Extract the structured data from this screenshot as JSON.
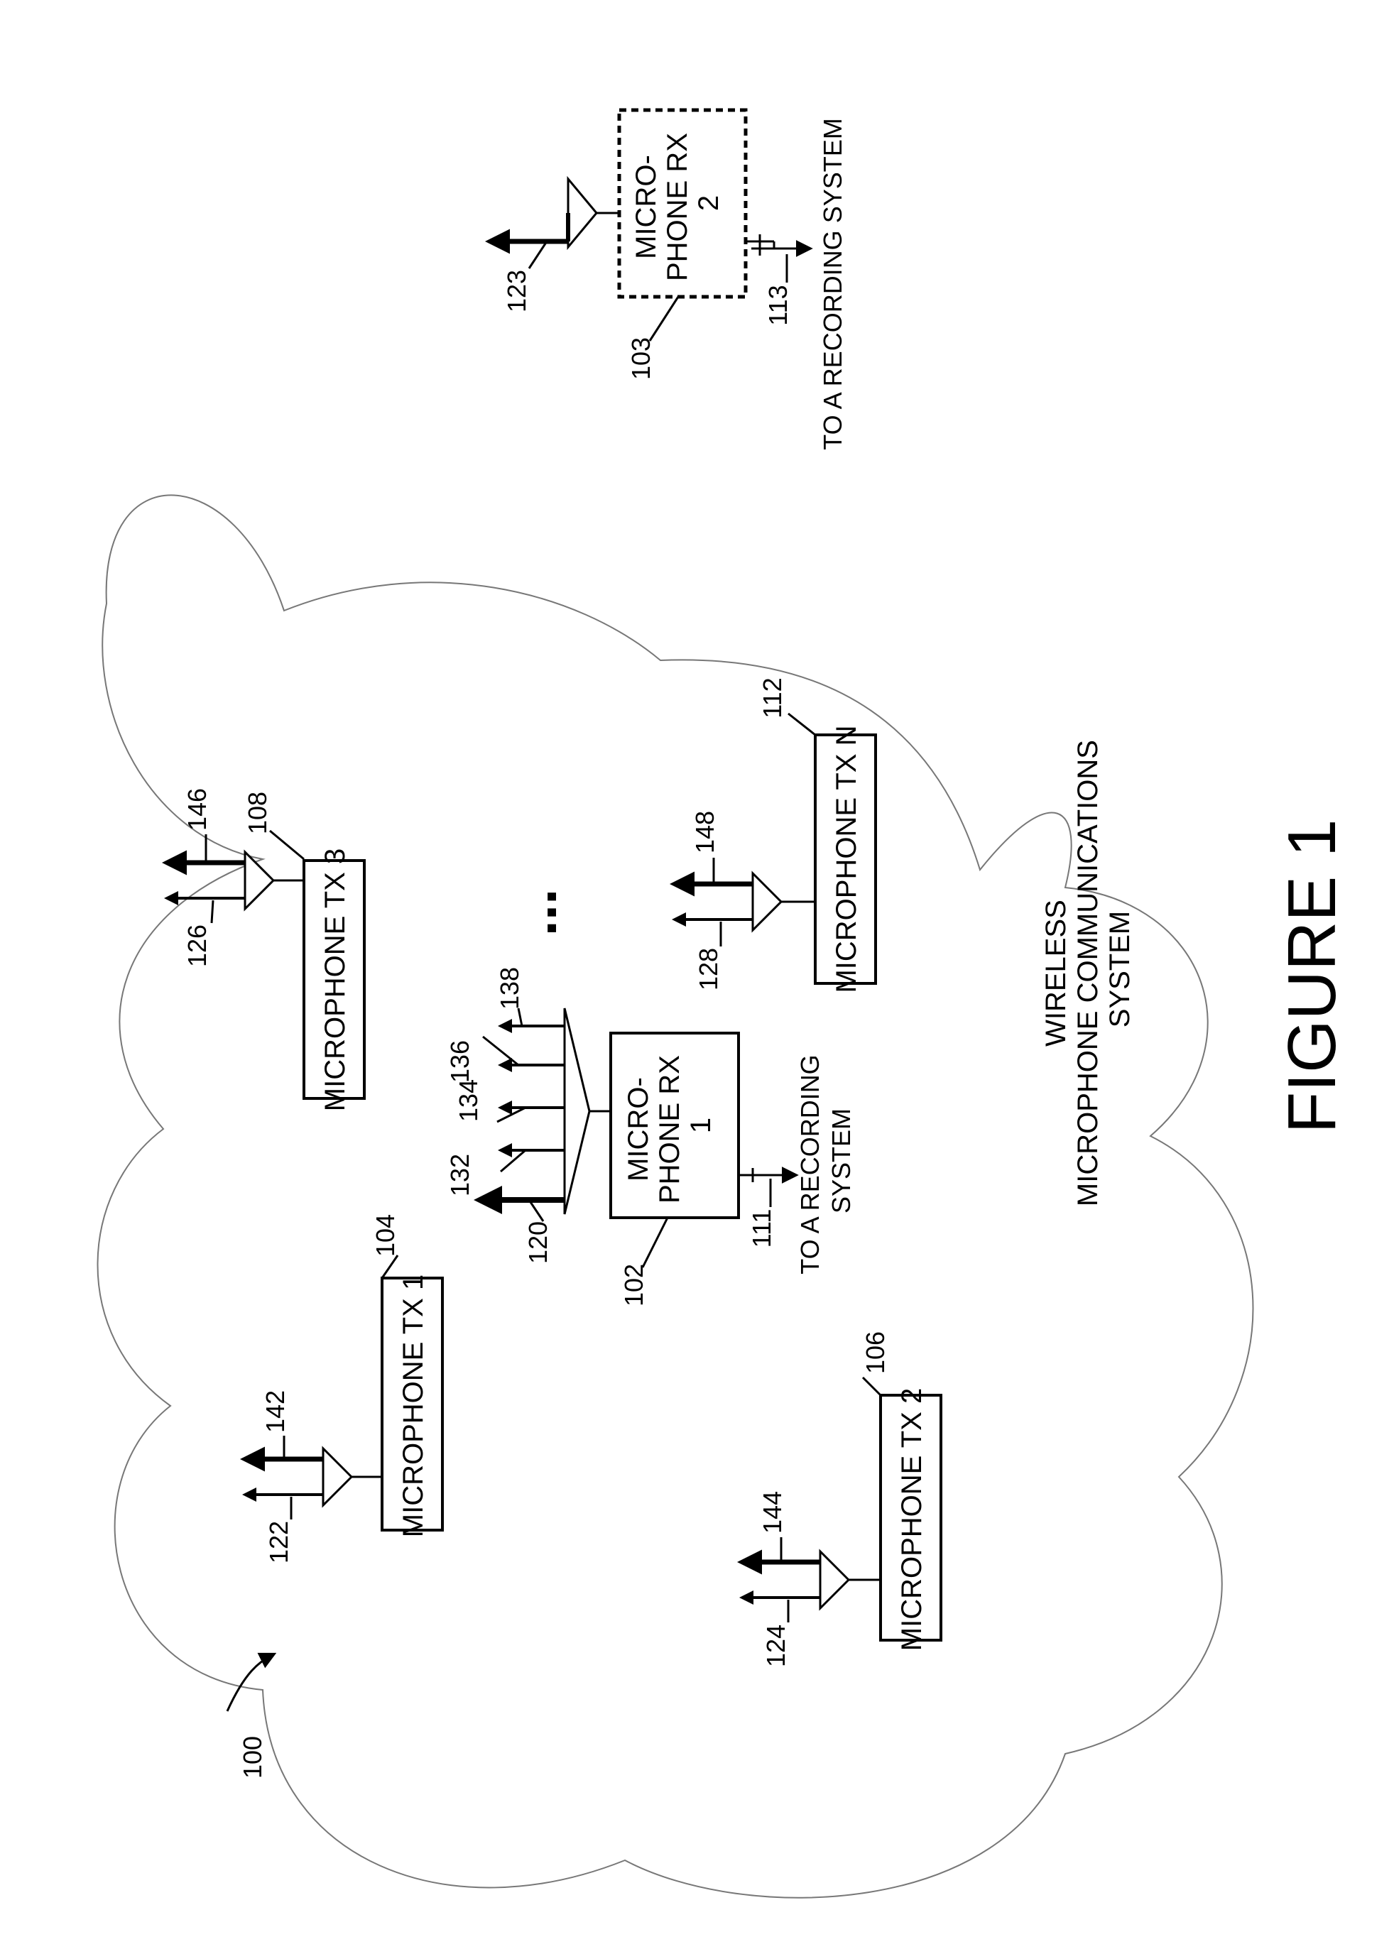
{
  "figure_number": "100",
  "caption": "FIGURE 1",
  "system_label": [
    "WIRELESS",
    "MICROPHONE COMMUNICATIONS",
    "SYSTEM"
  ],
  "receivers": [
    {
      "ref": "102",
      "label": [
        "MICRO-",
        "PHONE RX",
        "1"
      ],
      "output_ref": "111",
      "output_label": [
        "TO A RECORDING",
        "SYSTEM"
      ],
      "antenna_ref": "120",
      "channel_refs": [
        "132",
        "134",
        "136",
        "138"
      ]
    },
    {
      "ref": "103",
      "label": [
        "MICRO-",
        "PHONE RX",
        "2"
      ],
      "output_ref": "113",
      "output_label": "TO A RECORDING SYSTEM",
      "antenna_ref": "123"
    }
  ],
  "transmitters": [
    {
      "ref": "104",
      "label": "MICROPHONE TX 1",
      "arrow_refs": [
        "122",
        "142"
      ]
    },
    {
      "ref": "106",
      "label": "MICROPHONE TX 2",
      "arrow_refs": [
        "124",
        "144"
      ]
    },
    {
      "ref": "108",
      "label": "MICROPHONE TX 3",
      "arrow_refs": [
        "126",
        "146"
      ]
    },
    {
      "ref": "112",
      "label": "MICROPHONE TX N",
      "arrow_refs": [
        "128",
        "148"
      ]
    }
  ],
  "ellipsis": "..."
}
